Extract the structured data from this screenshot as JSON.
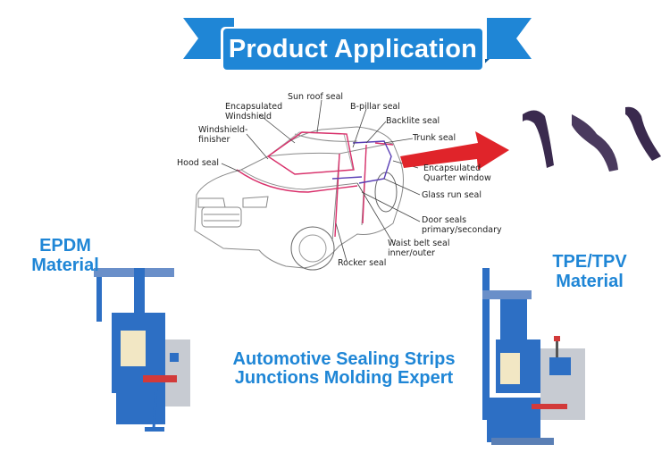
{
  "banner": {
    "title": "Product Application",
    "color": "#1f86d6"
  },
  "diagram_labels": [
    {
      "id": "sun-roof-seal",
      "text": "Sun roof seal"
    },
    {
      "id": "encapsulated-windshield",
      "text": "Encapsulated\nWindshield"
    },
    {
      "id": "b-pillar-seal",
      "text": "B-pillar seal"
    },
    {
      "id": "backlite-seal",
      "text": "Backlite seal"
    },
    {
      "id": "windshield-finisher",
      "text": "Windshield-\nfinisher"
    },
    {
      "id": "trunk-seal",
      "text": "Trunk seal"
    },
    {
      "id": "hood-seal",
      "text": "Hood seal"
    },
    {
      "id": "encapsulated-quarter-window",
      "text": "Encapsulated\nQuarter window"
    },
    {
      "id": "glass-run-seal",
      "text": "Glass run seal"
    },
    {
      "id": "door-seals",
      "text": "Door seals\nprimary/secondary"
    },
    {
      "id": "waist-belt-seal",
      "text": "Waist belt seal\ninner/outer"
    },
    {
      "id": "rocker-seal",
      "text": "Rocker seal"
    }
  ],
  "left_material": "EPDM\nMaterial",
  "right_material": "TPE/TPV\nMaterial",
  "tagline": {
    "line1": "Automotive Sealing Strips",
    "line2": "Junctions Molding Expert"
  },
  "colors": {
    "accent": "#1f86d6",
    "arrow": "#e0242a",
    "machine": "#2d6fc4"
  }
}
